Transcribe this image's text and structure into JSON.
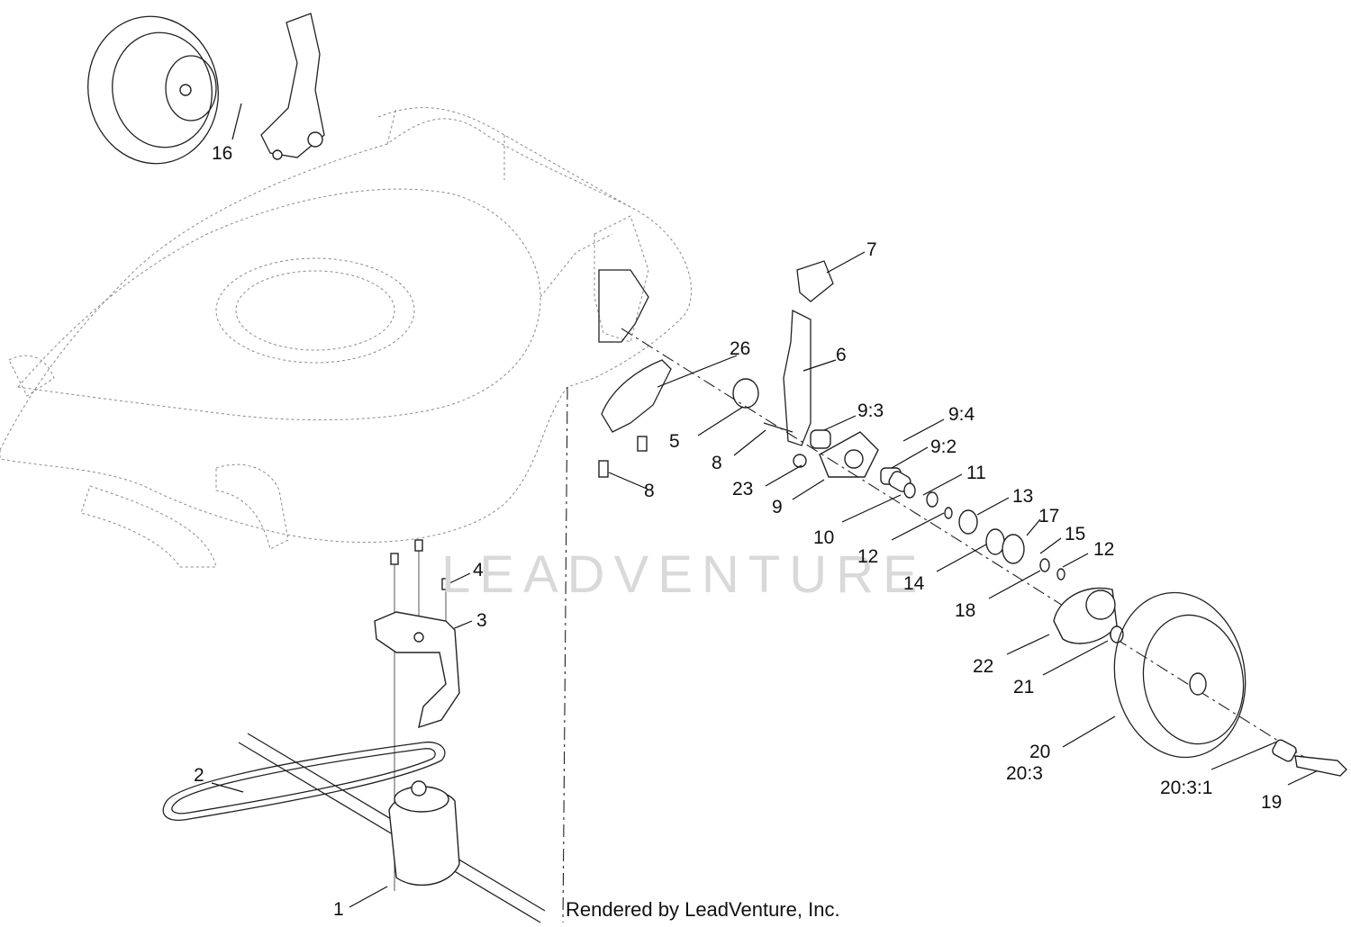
{
  "watermark": "LEADVENTURE",
  "credit": "Rendered by LeadVenture, Inc.",
  "labels": {
    "l16": "16",
    "l7": "7",
    "l26": "26",
    "l6": "6",
    "l9_3": "9:3",
    "l9_4": "9:4",
    "l5": "5",
    "l8a": "8",
    "l9_2": "9:2",
    "l23": "23",
    "l11": "11",
    "l8b": "8",
    "l9": "9",
    "l13": "13",
    "l17": "17",
    "l10": "10",
    "l15": "15",
    "l12a": "12",
    "l12b": "12",
    "l14": "14",
    "l4": "4",
    "l18": "18",
    "l3": "3",
    "l22": "22",
    "l21": "21",
    "l20": "20",
    "l20_3": "20:3",
    "l20_3_1": "20:3:1",
    "l19": "19",
    "l2": "2",
    "l1": "1"
  }
}
